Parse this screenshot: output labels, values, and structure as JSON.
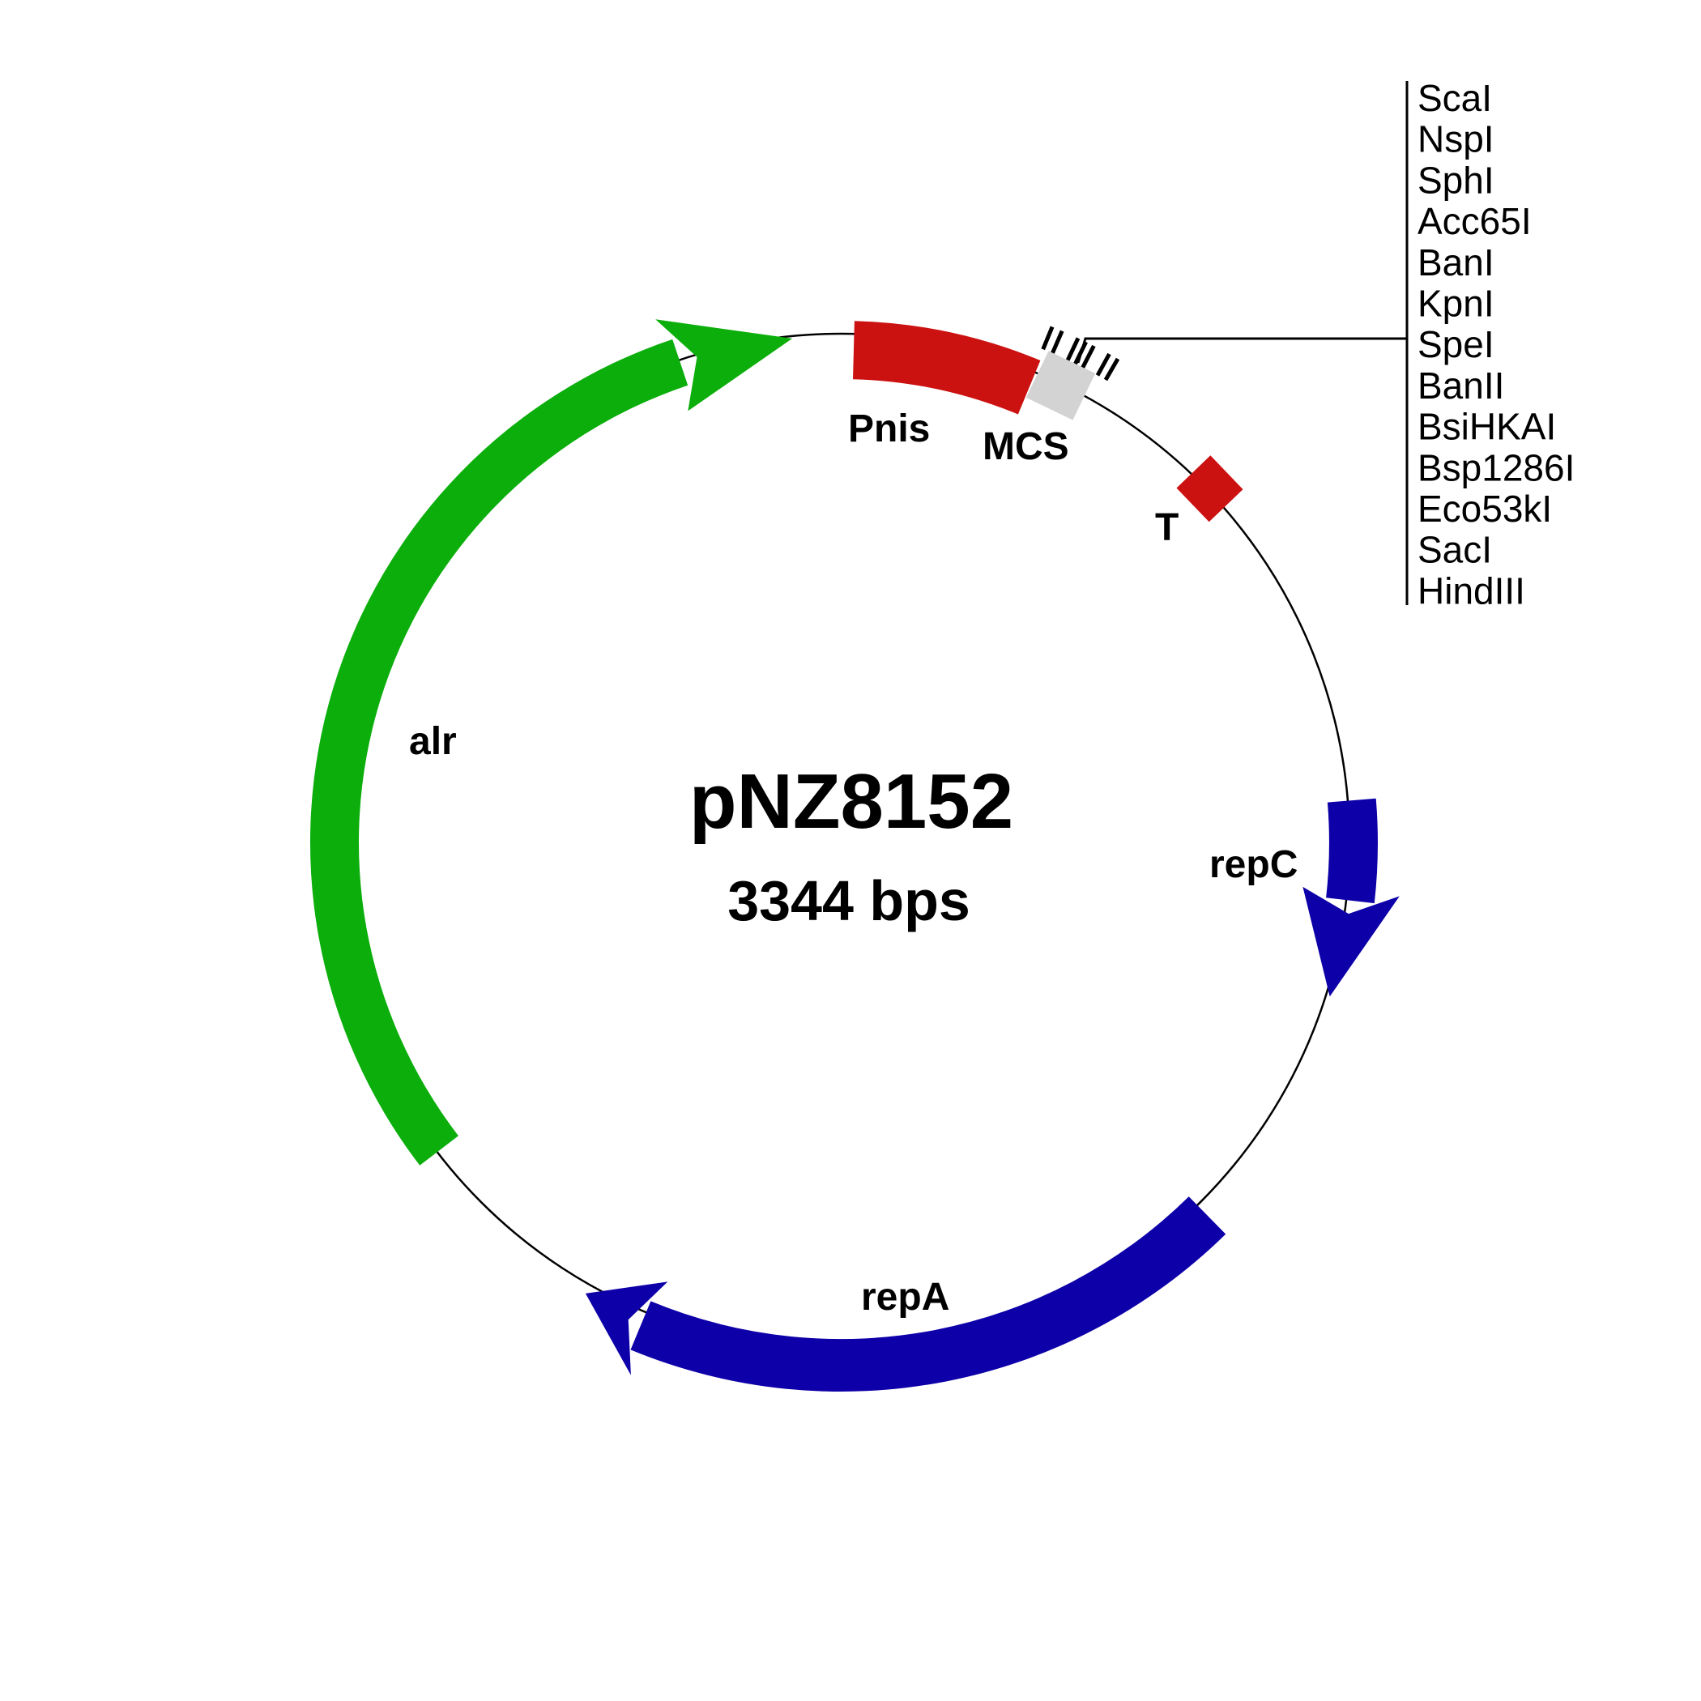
{
  "diagram": {
    "title": "pNZ8152",
    "size_label": "3344 bps",
    "colors": {
      "alr_green": "#0BAE0B",
      "feature_red": "#CC1111",
      "rep_blue": "#0D00A8",
      "mcs_gray": "#D3D3D3",
      "backbone_black": "#000000"
    },
    "features": [
      {
        "id": "alr",
        "label": "alr"
      },
      {
        "id": "Pnis",
        "label": "Pnis"
      },
      {
        "id": "MCS",
        "label": "MCS"
      },
      {
        "id": "T",
        "label": "T"
      },
      {
        "id": "repC",
        "label": "repC"
      },
      {
        "id": "repA",
        "label": "repA"
      }
    ],
    "enzymes": [
      "ScaI",
      "NspI",
      "SphI",
      "Acc65I",
      "BanI",
      "KpnI",
      "SpeI",
      "BanII",
      "BsiHKAI",
      "Bsp1286I",
      "Eco53kI",
      "SacI",
      "HindIII"
    ]
  }
}
